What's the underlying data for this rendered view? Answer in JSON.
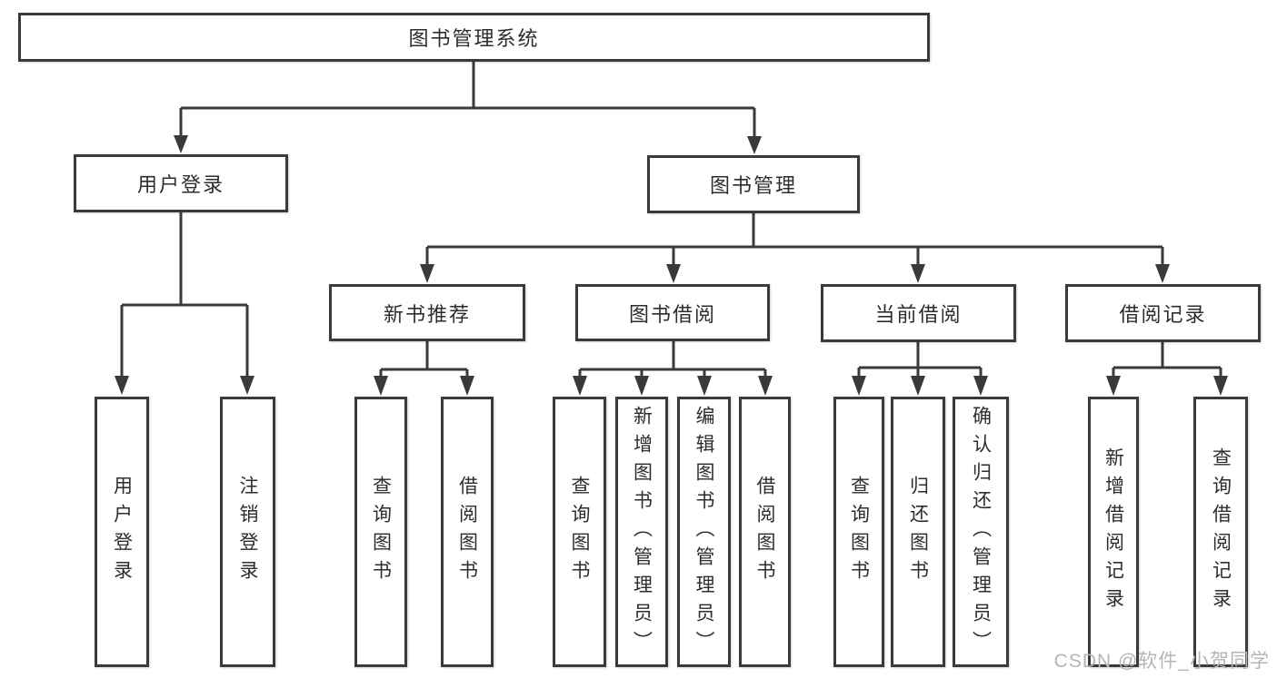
{
  "diagram": {
    "watermark": "CSDN @软件_小贺同学",
    "root": {
      "label": "图书管理系统",
      "children": [
        {
          "label": "用户登录",
          "children": [
            {
              "label": "用户登录"
            },
            {
              "label": "注销登录"
            }
          ]
        },
        {
          "label": "图书管理",
          "children": [
            {
              "label": "新书推荐",
              "children": [
                {
                  "label": "查询图书"
                },
                {
                  "label": "借阅图书"
                }
              ]
            },
            {
              "label": "图书借阅",
              "children": [
                {
                  "label": "查询图书"
                },
                {
                  "label": "新增图书（管理员）"
                },
                {
                  "label": "编辑图书（管理员）"
                },
                {
                  "label": "借阅图书"
                }
              ]
            },
            {
              "label": "当前借阅",
              "children": [
                {
                  "label": "查询图书"
                },
                {
                  "label": "归还图书"
                },
                {
                  "label": "确认归还（管理员）"
                }
              ]
            },
            {
              "label": "借阅记录",
              "children": [
                {
                  "label": "新增借阅记录"
                },
                {
                  "label": "查询借阅记录"
                }
              ]
            }
          ]
        }
      ]
    }
  }
}
